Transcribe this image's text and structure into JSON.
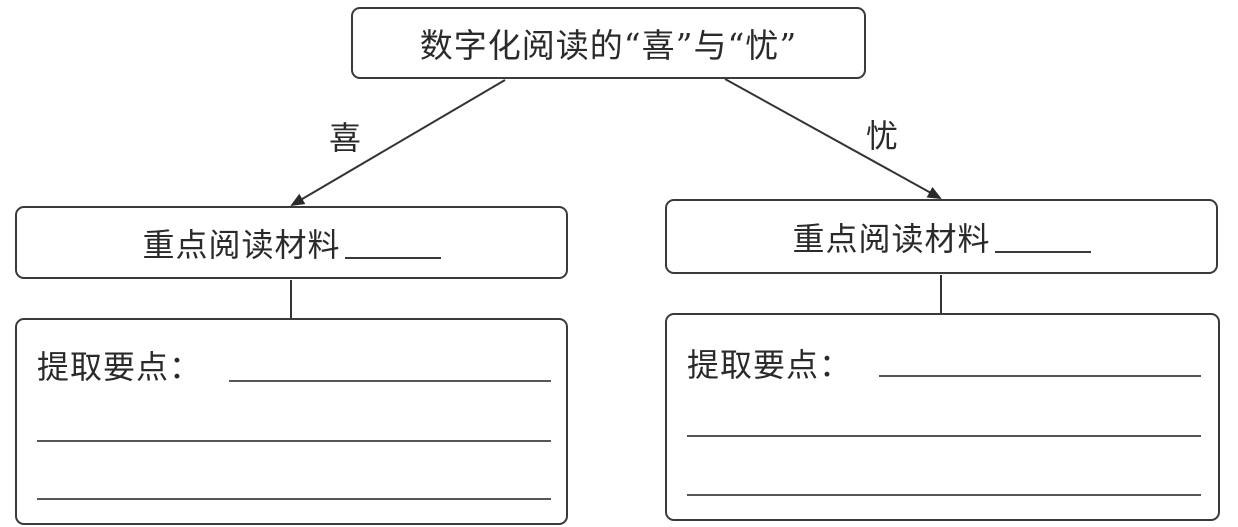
{
  "title": "数字化阅读的“喜”与“忧”",
  "branches": {
    "left": {
      "edge_label": "喜",
      "material_label": "重点阅读材料",
      "extract_label": "提取要点："
    },
    "right": {
      "edge_label": "忧",
      "material_label": "重点阅读材料",
      "extract_label": "提取要点："
    }
  }
}
